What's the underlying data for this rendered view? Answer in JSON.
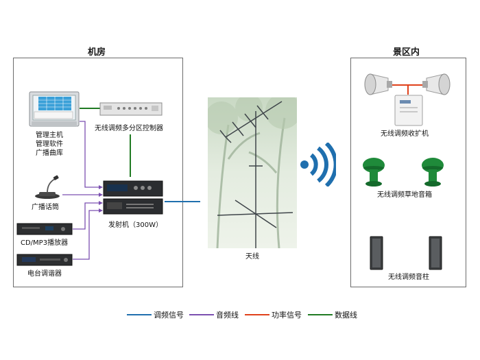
{
  "machine_room": {
    "title": "机房",
    "items": {
      "mgmt_lines": [
        "管理主机",
        "管理软件",
        "广播曲库"
      ],
      "controller": "无线调频多分区控制器",
      "microphone": "广播话筒",
      "cd_player": "CD/MP3播放器",
      "tuner": "电台调谐器",
      "transmitter": "发射机（300W）"
    }
  },
  "antenna": {
    "label": "天线"
  },
  "scenic_area": {
    "title": "景区内",
    "items": {
      "receiver": "无线调频收扩机",
      "lawn_speaker": "无线调频草地音箱",
      "column_speaker": "无线调频音柱"
    }
  },
  "legend": [
    {
      "label": "调频信号",
      "color": "#1f6fae"
    },
    {
      "label": "音频线",
      "color": "#7b4fb0"
    },
    {
      "label": "功率信号",
      "color": "#e0401a"
    },
    {
      "label": "数据线",
      "color": "#1f7a22"
    }
  ]
}
